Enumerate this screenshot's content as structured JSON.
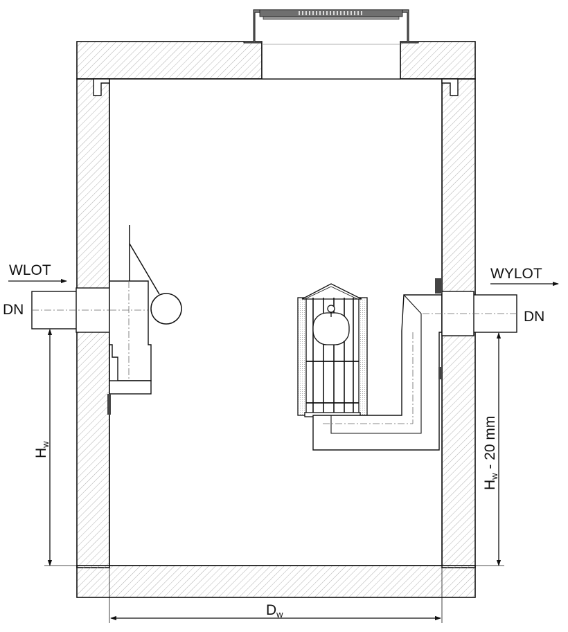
{
  "labels": {
    "inlet": "WLOT",
    "outlet": "WYLOT",
    "dn_inlet": "DN",
    "dn_outlet": "DN",
    "height_main": "H",
    "height_main_sub": "w",
    "height_outlet": "H",
    "height_outlet_sub": "w",
    "height_outlet_suffix": " - 20 mm",
    "diameter": "D",
    "diameter_sub": "w"
  },
  "colors": {
    "line": "#111111",
    "hatch": "#9a9a9a",
    "frame": "#6f6f6f"
  }
}
